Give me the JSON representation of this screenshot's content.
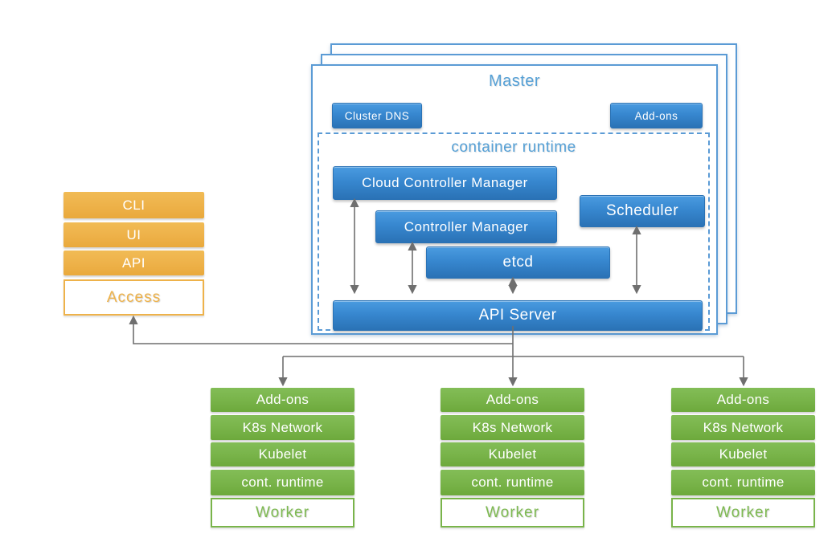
{
  "colors": {
    "blue": "#3787cf",
    "blue_light": "#4a9be0",
    "blue_dark": "#2a72b5",
    "master_border": "#5b9bd5",
    "light_blue_text": "#55a0d6",
    "orange": "#eeb24a",
    "orange_dark": "#e9a93c",
    "green": "#79b44a",
    "green_dark": "#6da93c",
    "worker_text": "#7eba52",
    "line_gray": "#6f6f6f"
  },
  "master": {
    "title": "Master",
    "badges": {
      "cluster_dns": "Cluster DNS",
      "addons": "Add-ons"
    },
    "runtime": {
      "title": "container runtime",
      "components": {
        "cloud_controller_manager": "Cloud Controller Manager",
        "controller_manager": "Controller Manager",
        "etcd": "etcd",
        "scheduler": "Scheduler",
        "api_server": "API Server"
      }
    }
  },
  "access_stack": {
    "items": [
      "CLI",
      "UI",
      "API"
    ],
    "label": "Access"
  },
  "workers": {
    "nodes": [
      {
        "rows": [
          "Add-ons",
          "K8s Network",
          "Kubelet",
          "cont. runtime"
        ],
        "label": "Worker"
      },
      {
        "rows": [
          "Add-ons",
          "K8s Network",
          "Kubelet",
          "cont. runtime"
        ],
        "label": "Worker"
      },
      {
        "rows": [
          "Add-ons",
          "K8s Network",
          "Kubelet",
          "cont. runtime"
        ],
        "label": "Worker"
      }
    ]
  }
}
